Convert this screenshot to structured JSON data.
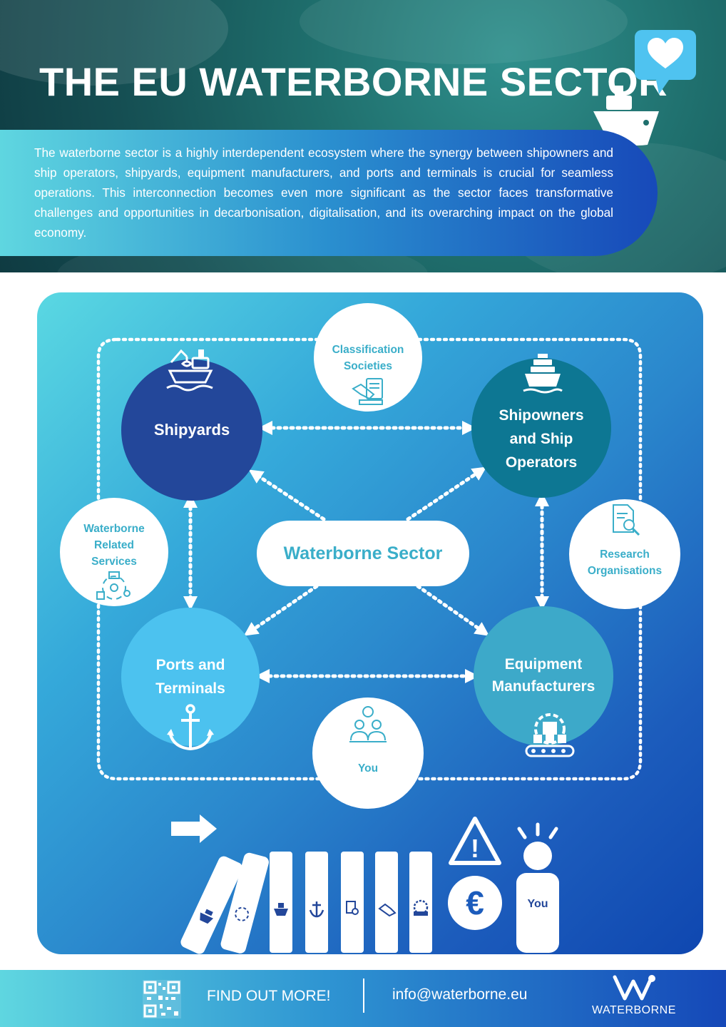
{
  "header": {
    "title": "THE EU WATERBORNE SECTOR",
    "intro": "The waterborne sector is a highly interdependent ecosystem where the synergy between shipowners and ship operators, shipyards, equipment manufacturers, and ports and terminals is crucial for seamless operations. This interconnection becomes even more significant as the sector faces transformative challenges and opportunities in decarbonisation, digitalisation, and its overarching impact on the global economy."
  },
  "diagram": {
    "center": "Waterborne Sector",
    "shipyards": "Shipyards",
    "shipowners": [
      "Shipowners",
      "and Ship",
      "Operators"
    ],
    "ports": [
      "Ports and",
      "Terminals"
    ],
    "equipment": [
      "Equipment",
      "Manufacturers"
    ],
    "classification": [
      "Classification",
      "Societies"
    ],
    "related_services": [
      "Waterborne",
      "Related",
      "Services"
    ],
    "research": [
      "Research",
      "Organisations"
    ],
    "you": "You"
  },
  "dominoes": {
    "you_label": "You",
    "currency_symbol": "€",
    "warning_symbol": "!"
  },
  "footer": {
    "find_out_more": "FIND OUT MORE!",
    "email": "info@waterborne.eu",
    "brand": "WATERBORNE"
  },
  "colors": {
    "shipyards": "#23479a",
    "shipowners": "#0d7793",
    "ports": "#4cc2ef",
    "equipment": "#3da9c9",
    "accent_text": "#3aaec9"
  }
}
